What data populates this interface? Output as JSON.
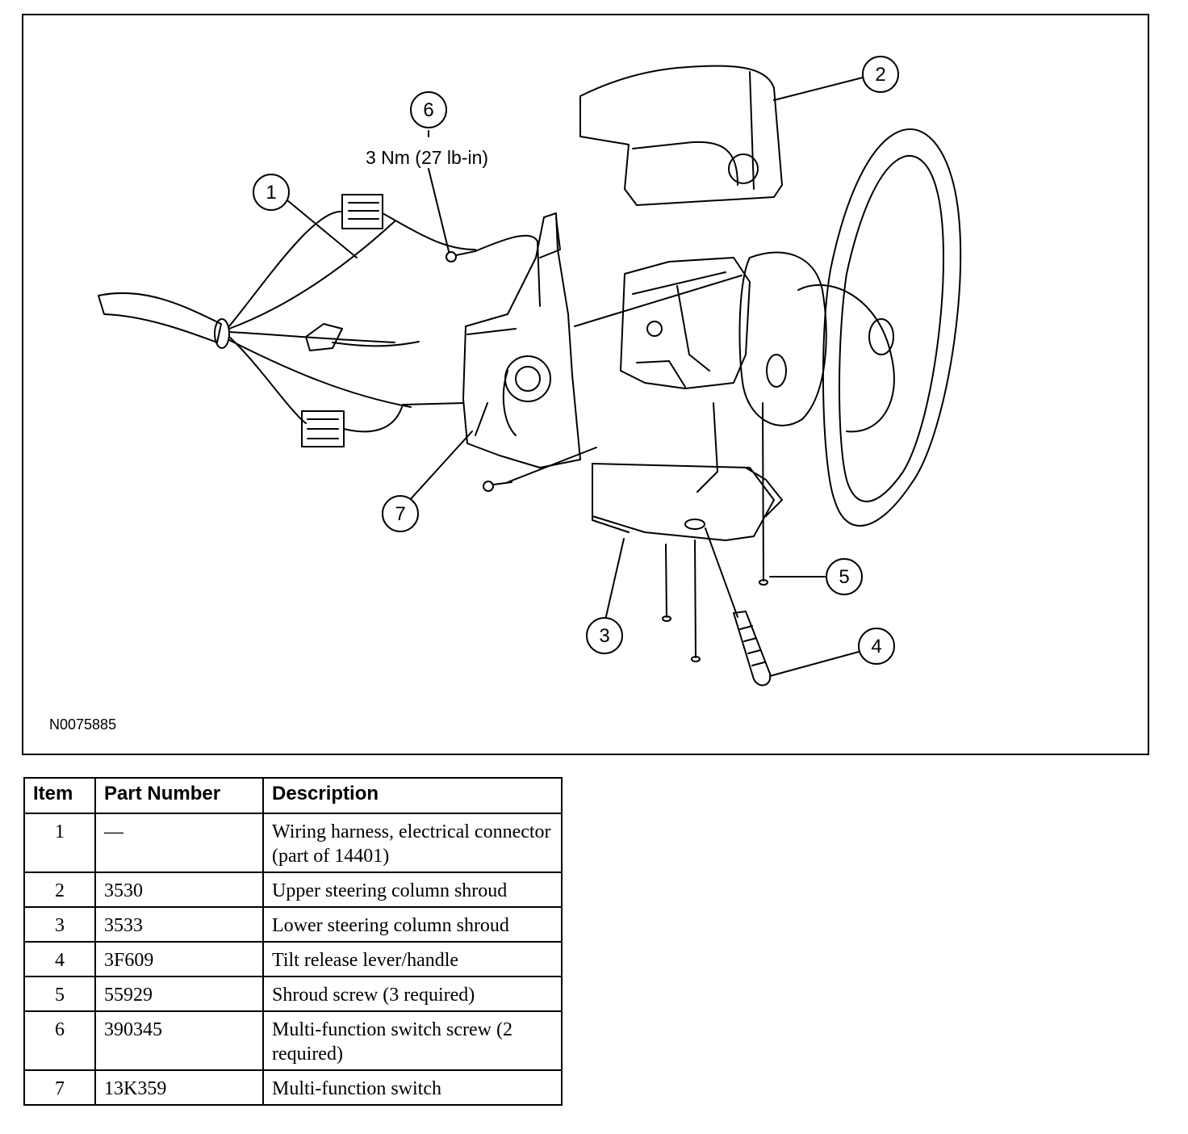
{
  "figure": {
    "id": "N0075885",
    "torque_label": "3 Nm (27 lb-in)",
    "callouts": [
      "1",
      "2",
      "3",
      "4",
      "5",
      "6",
      "7"
    ]
  },
  "table": {
    "headers": [
      "Item",
      "Part Number",
      "Description"
    ],
    "rows": [
      {
        "item": "1",
        "part": "—",
        "description": "Wiring harness, electrical connector (part of 14401)"
      },
      {
        "item": "2",
        "part": "3530",
        "description": "Upper steering column shroud"
      },
      {
        "item": "3",
        "part": "3533",
        "description": "Lower steering column shroud"
      },
      {
        "item": "4",
        "part": "3F609",
        "description": "Tilt release lever/handle"
      },
      {
        "item": "5",
        "part": "55929",
        "description": "Shroud screw (3 required)"
      },
      {
        "item": "6",
        "part": "390345",
        "description": "Multi-function switch screw (2 required)"
      },
      {
        "item": "7",
        "part": "13K359",
        "description": "Multi-function switch"
      }
    ]
  }
}
